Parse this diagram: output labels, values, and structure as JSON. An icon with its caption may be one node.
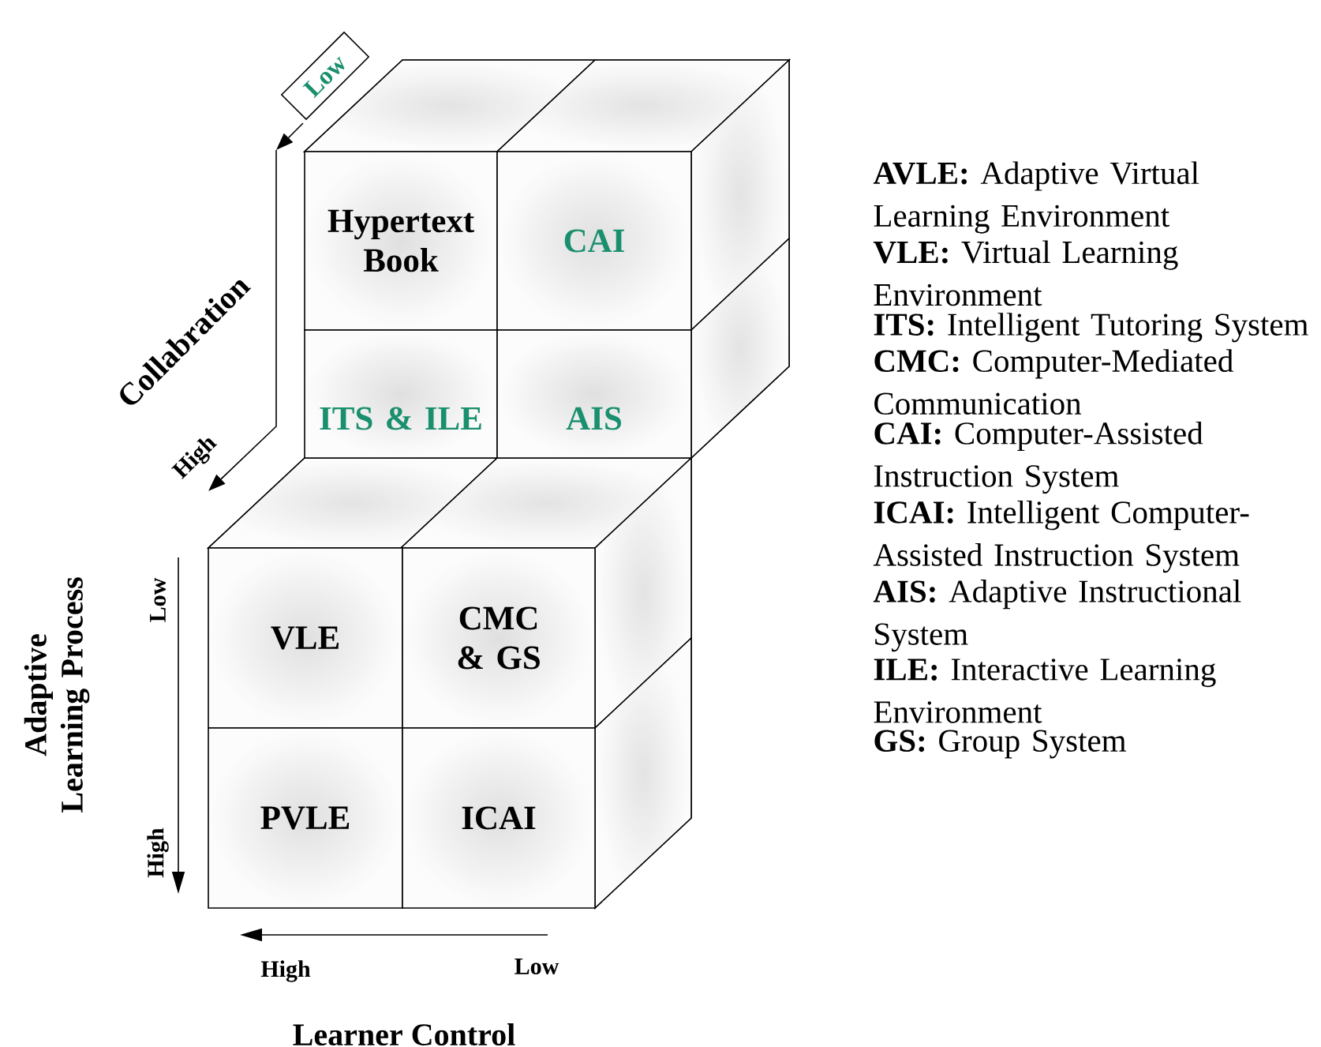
{
  "diagram": {
    "nodes": [
      {
        "text": [
          "Low"
        ]
      },
      {
        "text": [
          "Hypertext Book"
        ]
      },
      {
        "text": [
          "CAI"
        ]
      },
      {
        "text": [
          "ITS & ILE"
        ]
      },
      {
        "text": [
          "AIS"
        ]
      },
      {
        "text": [
          "VLE"
        ]
      },
      {
        "text": [
          "CMC & GS"
        ]
      },
      {
        "text": [
          "PVLE"
        ]
      },
      {
        "text": [
          "ICAI"
        ]
      }
    ],
    "labels": [
      "Collabration",
      "High",
      "Adaptive Learning Process",
      "Low",
      "High",
      "High",
      "Low",
      "Learner Control",
      "**AVLE:** Adaptive Virtual Learning Environment",
      "**VLE:** Virtual Learning Environment",
      "**ITS:** Intelligent Tutoring System",
      "**CMC:** Computer-Mediated Communication",
      "**CAI:** Computer-Assisted Instruction System",
      "**ICAI:** Intelligent Computer-Assisted Instruction System",
      "**AIS:** Adaptive Instructional System",
      "**ILE:** Interactive Learning Environment",
      "**GS:** Group System"
    ]
  }
}
